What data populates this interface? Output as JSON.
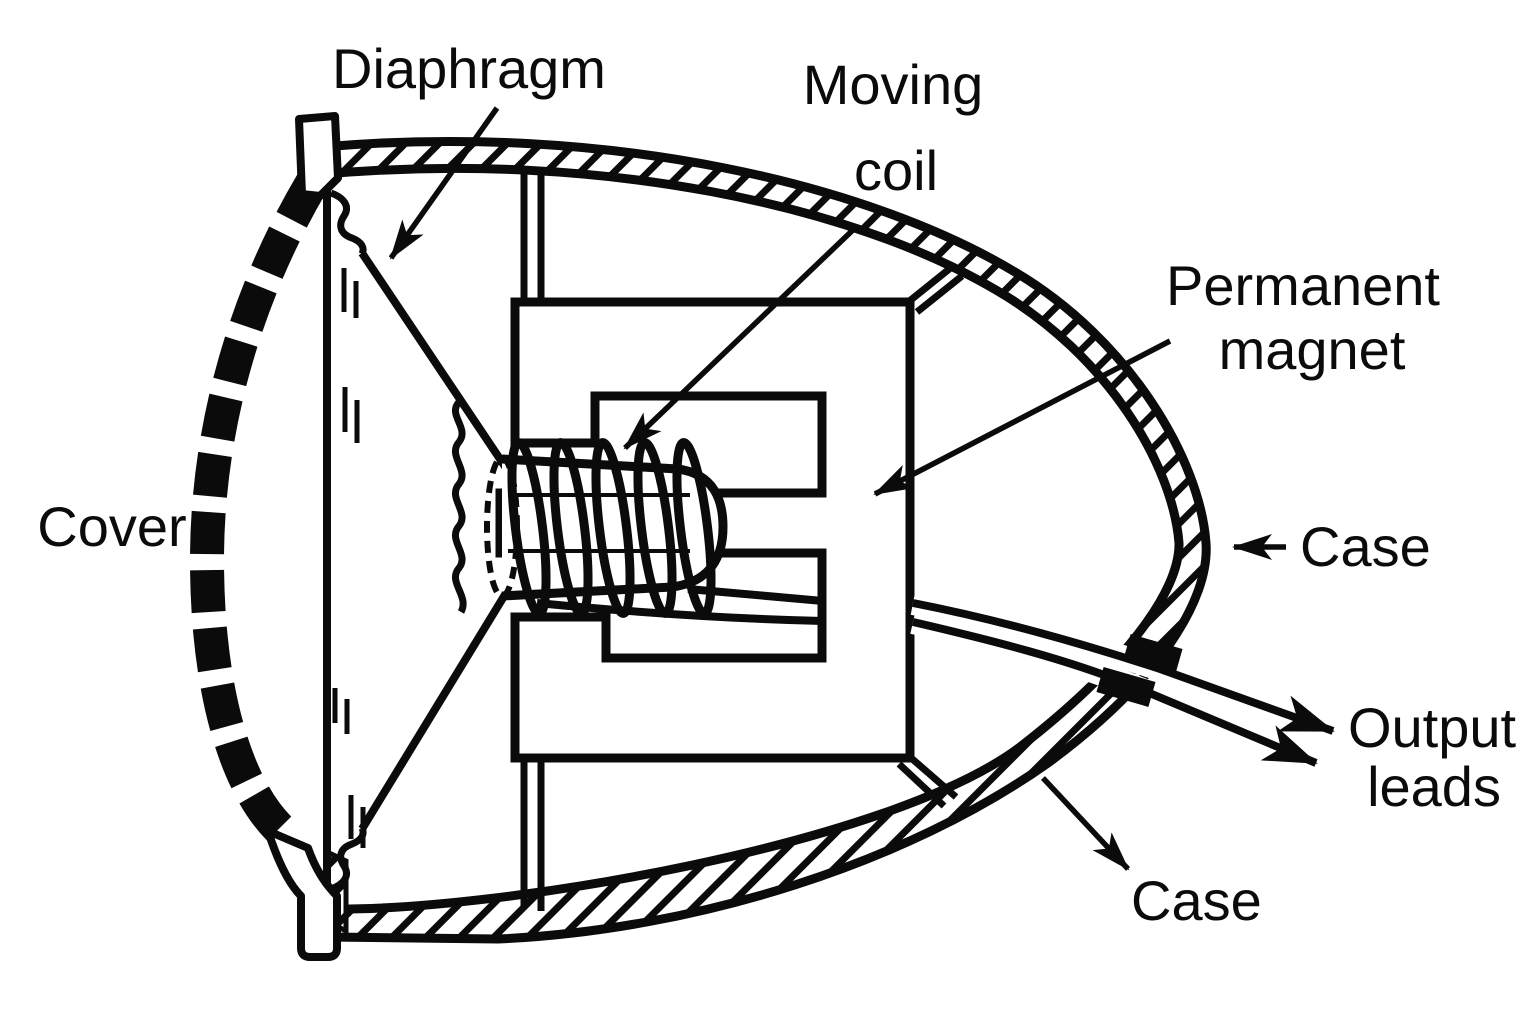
{
  "figure": {
    "kind": "cutaway line diagram",
    "background": "#ffffff",
    "ink_color": "#0b0b0b"
  },
  "labels": {
    "diaphragm": "Diaphragm",
    "moving_coil_line1": "Moving",
    "moving_coil_line2": "coil",
    "permanent_magnet_line1": "Permanent",
    "permanent_magnet_line2": "magnet",
    "cover": "Cover",
    "case_right": "Case",
    "case_bottom": "Case",
    "output_leads_line1": "Output",
    "output_leads_line2": "leads"
  }
}
